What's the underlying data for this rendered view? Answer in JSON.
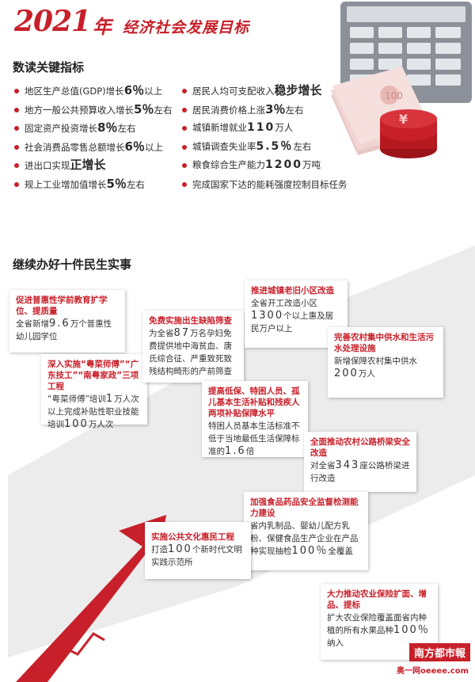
{
  "header": {
    "year": "2021",
    "year_suffix": "年",
    "title": "经济社会发展目标"
  },
  "indicators_section": {
    "title": "数读关键指标",
    "left": [
      {
        "pre": "地区生产总值(GDP)增长",
        "val": "6％",
        "post": "以上"
      },
      {
        "pre": "地方一般公共预算收入增长",
        "val": "5％",
        "post": "左右"
      },
      {
        "pre": "固定资产投资增长",
        "val": "8％",
        "post": "左右"
      },
      {
        "pre": "社会消费品零售总额增长",
        "val": "6％",
        "post": "以上"
      },
      {
        "pre": "进出口实现",
        "val": "正增长",
        "post": ""
      },
      {
        "pre": "规上工业增加值增长",
        "val": "5％",
        "post": "左右"
      }
    ],
    "right": [
      {
        "pre": "居民人均可支配收入",
        "val": "稳步增长",
        "post": ""
      },
      {
        "pre": "居民消费价格上涨",
        "val": "3％",
        "post": "左右"
      },
      {
        "pre": "城镇新增就业",
        "val": "110",
        "post": "万人"
      },
      {
        "pre": "城镇调查失业率",
        "val": "5.5％",
        "post": "左右"
      },
      {
        "pre": "粮食综合生产能力",
        "val": "1200",
        "post": "万吨"
      },
      {
        "pre": "完成国家下达的能耗强度控制目标任务",
        "val": "",
        "post": ""
      }
    ]
  },
  "projects_section": {
    "title": "继续办好十件民生实事",
    "cards": [
      {
        "title": "促进普惠性学前教育扩学位、提质量",
        "b1": "全省新增",
        "num": "9.6",
        "b2": "万个普惠性幼儿园学位"
      },
      {
        "title": "深入实施“粤菜师傅”“广东技工”“南粤家政”三项工程",
        "b1": "“粤菜师傅”培训",
        "num": "1",
        "b2": "万人次以上完成补贴性职业技能培训",
        "num2": "100",
        "b3": "万人次"
      },
      {
        "title": "免费实施出生缺陷筛查",
        "b1": "为全省",
        "num": "87",
        "b2": "万名孕妇免费提供地中海贫血、唐氏综合征、严重致死致残结构畸形的产前筛查"
      },
      {
        "title": "推进城镇老旧小区改造",
        "b1": "全省开工改造小区",
        "num": "1300",
        "b2": "个以上惠及居民万户以上"
      },
      {
        "title": "完善农村集中供水和生活污水处理设施",
        "b1": "新增保障农村集中供水",
        "num": "200",
        "b2": "万人"
      },
      {
        "title": "提高低保、特困人员、孤儿基本生活补贴和残疾人两项补贴保障水平",
        "b1": "特困人员基本生活标准不低于当地最低生活保障标准的",
        "num": "1.6",
        "b2": "倍"
      },
      {
        "title": "全面推动农村公路桥梁安全改造",
        "b1": "对全省",
        "num": "343",
        "b2": "座公路桥梁进行改造"
      },
      {
        "title": "加强食品药品安全监督检测能力建设",
        "b1": "省内乳制品、婴幼儿配方乳粉、保健食品生产企业在产品种实现抽检",
        "num": "100％",
        "b2": "全覆盖"
      },
      {
        "title": "实施公共文化惠民工程",
        "b1": "打造",
        "num": "100",
        "b2": "个新时代文明实践示范所"
      },
      {
        "title": "大力推动农业保险扩面、增品、提标",
        "b1": "扩大农业保险覆盖面省内种植的所有水果品种",
        "num": "100％",
        "b2": "纳入"
      }
    ]
  },
  "logo": {
    "text": "南方都市報",
    "sub": "奥一网oeeee.com"
  }
}
